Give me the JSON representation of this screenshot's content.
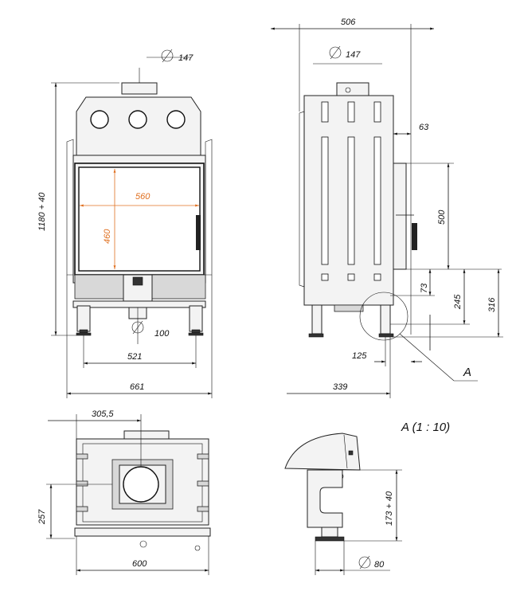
{
  "front_view": {
    "flue_diameter": "147",
    "height_total": "1180 + 40",
    "glass_width": "560",
    "glass_height": "460",
    "air_inlet_diameter": "100",
    "legs_spacing": "521",
    "total_width": "661"
  },
  "side_view": {
    "depth_total": "506",
    "flue_diameter": "147",
    "offset_63": "63",
    "door_height": "500",
    "dim_73": "73",
    "dim_245": "245",
    "dim_316": "316",
    "dim_125": "125",
    "depth_339": "339",
    "detail_marker": "A"
  },
  "top_view": {
    "flue_offset": "305,5",
    "depth_257": "257",
    "width_600": "600"
  },
  "detail_view": {
    "title": "A (1 : 10)",
    "height": "173 + 40",
    "foot_diameter": "80"
  },
  "colors": {
    "line": "#111111",
    "accent": "#e07020",
    "fill": "#f3f3f3"
  }
}
